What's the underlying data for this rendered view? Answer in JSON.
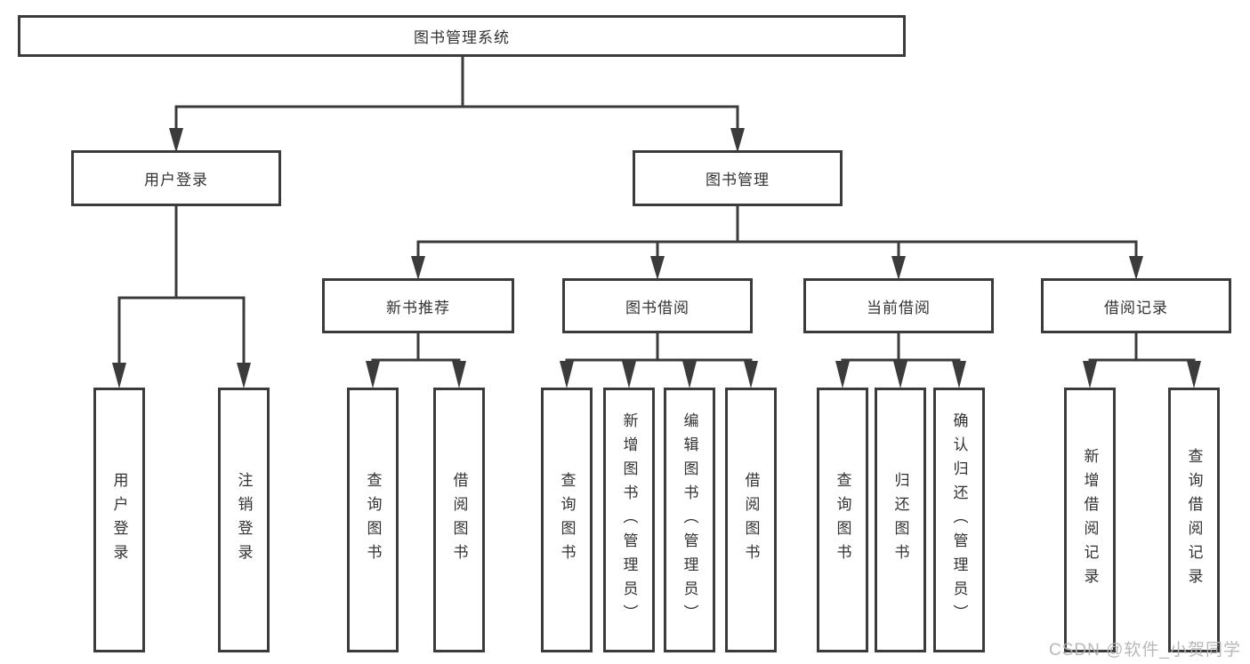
{
  "diagram": {
    "root": {
      "label": "图书管理系统"
    },
    "branches": [
      {
        "label": "用户登录",
        "children": [
          {
            "label": "用户登录"
          },
          {
            "label": "注销登录"
          }
        ]
      },
      {
        "label": "图书管理",
        "children": [
          {
            "label": "新书推荐",
            "children": [
              {
                "label": "查询图书"
              },
              {
                "label": "借阅图书"
              }
            ]
          },
          {
            "label": "图书借阅",
            "children": [
              {
                "label": "查询图书"
              },
              {
                "label": "新增图书（管理员）"
              },
              {
                "label": "编辑图书（管理员）"
              },
              {
                "label": "借阅图书"
              }
            ]
          },
          {
            "label": "当前借阅",
            "children": [
              {
                "label": "查询图书"
              },
              {
                "label": "归还图书"
              },
              {
                "label": "确认归还（管理员）"
              }
            ]
          },
          {
            "label": "借阅记录",
            "children": [
              {
                "label": "新增借阅记录"
              },
              {
                "label": "查询借阅记录"
              }
            ]
          }
        ]
      }
    ],
    "watermark": "CSDN @软件_小贺同学"
  },
  "colors": {
    "line": "#3b3b3b",
    "text": "#333333",
    "watermark": "#b2b2b2",
    "background": "#ffffff"
  }
}
